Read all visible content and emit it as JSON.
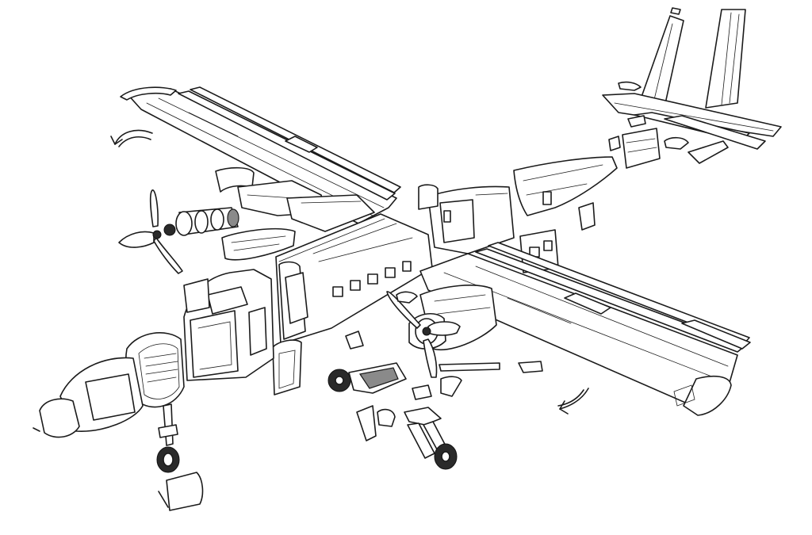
{
  "illustration": {
    "subject": "aircraft-exploded-view",
    "colors": {
      "background": "#ffffff",
      "ink": "#1b1b1b",
      "shade": "#8a8a8a"
    },
    "parts": [
      "nose-cone",
      "nose-fairing",
      "cockpit-section",
      "cockpit-door",
      "nose-landing-gear",
      "access-panel",
      "cabin-section",
      "cabin-door",
      "rear-fuselage-section",
      "tail-cone",
      "rear-door",
      "tail-fin",
      "tailplane",
      "elevators",
      "left-wing",
      "right-wing",
      "wing-flaps",
      "left-engine",
      "left-propeller",
      "engine-nacelle",
      "right-engine",
      "right-propeller",
      "main-landing-gear",
      "rotation-arrow-left",
      "rotation-arrow-right",
      "small-fittings"
    ]
  }
}
